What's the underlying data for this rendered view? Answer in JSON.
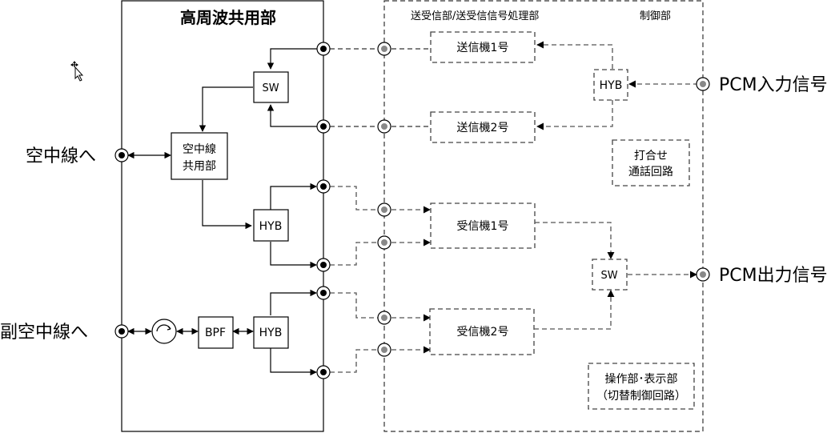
{
  "title": "高周波共用部",
  "section_labels": {
    "transceiver": "送受信部/送受信信号処理部",
    "control": "制御部"
  },
  "external": {
    "antenna": "空中線へ",
    "sub_antenna": "副空中線へ",
    "pcm_in": "PCM入力信号",
    "pcm_out": "PCM出力信号"
  },
  "rf_blocks": {
    "sw": "SW",
    "antenna_shared_line1": "空中線",
    "antenna_shared_line2": "共用部",
    "hyb_main": "HYB",
    "bpf": "BPF",
    "hyb_sub": "HYB"
  },
  "transceiver_blocks": {
    "tx1": "送信機1号",
    "tx2": "送信機2号",
    "rx1": "受信機1号",
    "rx2": "受信機2号"
  },
  "control_blocks": {
    "hyb": "HYB",
    "sw": "SW",
    "intercom_line1": "打合せ",
    "intercom_line2": "通話回路",
    "operation_line1": "操作部･表示部",
    "operation_line2": "（切替制御回路）"
  },
  "colors": {
    "line": "#000000",
    "dashed": "#444444",
    "connector_fill_rf": "#000000",
    "connector_fill_ctrl": "#888888"
  }
}
